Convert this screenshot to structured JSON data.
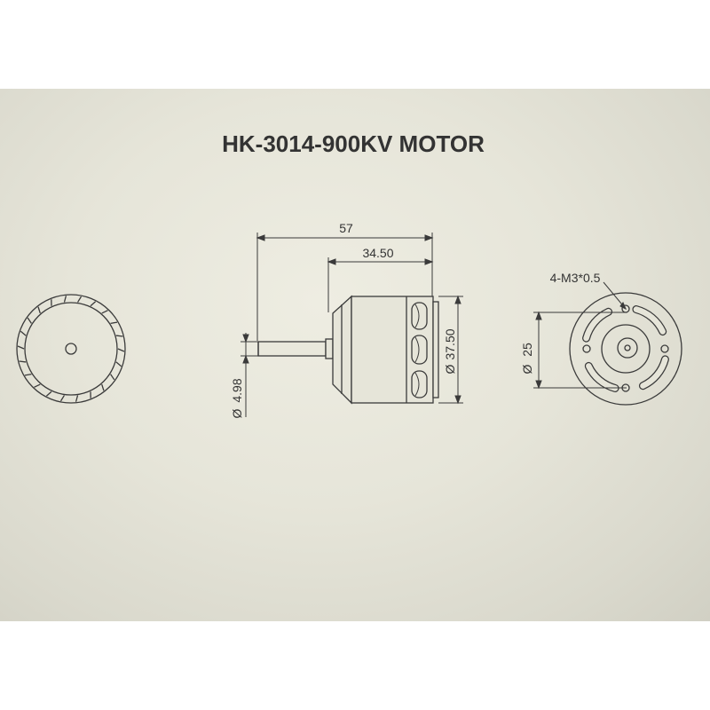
{
  "drawing": {
    "title": "HK-3014-900KV MOTOR",
    "dim_overall_length": "57",
    "dim_body_length": "34.50",
    "dim_body_diameter": "37.50",
    "dim_shaft_diameter": "4.98",
    "dim_mount_diameter": "25",
    "mount_screw_callout": "4-M3*0.5",
    "diameter_symbol": "Ø"
  },
  "colors": {
    "screen_background": "#e6e5d9",
    "line": "#3a3a3a",
    "text": "#1a1a1a"
  }
}
